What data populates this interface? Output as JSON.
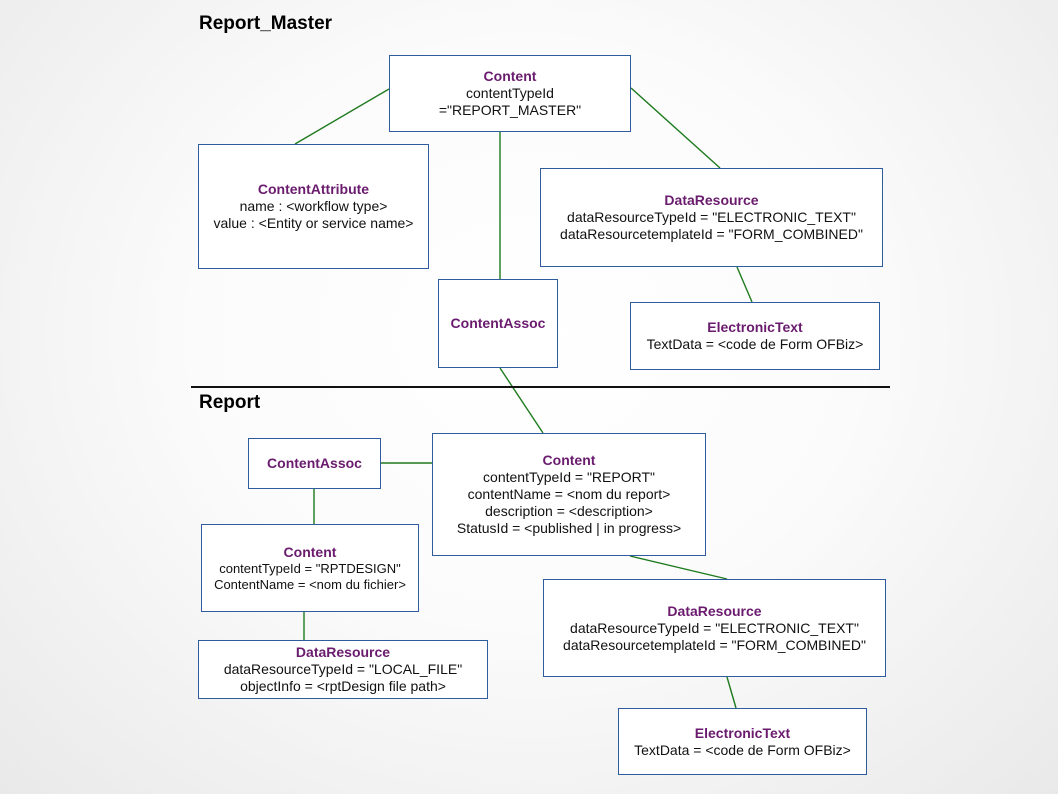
{
  "sections": {
    "top": "Report_Master",
    "bottom": "Report"
  },
  "nodes": {
    "rm_content": {
      "title": "Content",
      "lines": [
        "contentTypeId",
        "=\"REPORT_MASTER\""
      ]
    },
    "rm_attr": {
      "title": "ContentAttribute",
      "lines": [
        "name : <workflow type>",
        "value : <Entity or service name>"
      ]
    },
    "rm_dataresource": {
      "title": "DataResource",
      "lines": [
        "dataResourceTypeId = \"ELECTRONIC_TEXT\"",
        "dataResourcetemplateId = \"FORM_COMBINED\""
      ]
    },
    "rm_assoc": {
      "title": "ContentAssoc"
    },
    "rm_text": {
      "title": "ElectronicText",
      "lines": [
        "TextData = <code de Form OFBiz>"
      ]
    },
    "r_assoc": {
      "title": "ContentAssoc"
    },
    "r_content": {
      "title": "Content",
      "lines": [
        "contentTypeId = \"REPORT\"",
        "contentName = <nom du report>",
        "description = <description>",
        "StatusId = <published | in progress>"
      ]
    },
    "r_design": {
      "title": "Content",
      "lines": [
        "contentTypeId = \"RPTDESIGN\"",
        "ContentName = <nom du fichier>"
      ]
    },
    "r_file": {
      "title": "DataResource",
      "lines": [
        "dataResourceTypeId = \"LOCAL_FILE\"",
        "objectInfo = <rptDesign file path>"
      ]
    },
    "r_dataresource": {
      "title": "DataResource",
      "lines": [
        "dataResourceTypeId = \"ELECTRONIC_TEXT\"",
        "dataResourcetemplateId = \"FORM_COMBINED\""
      ]
    },
    "r_text": {
      "title": "ElectronicText",
      "lines": [
        "TextData = <code de Form OFBiz>"
      ]
    }
  },
  "colors": {
    "connector": "#1e7a1e",
    "box_border": "#2e5c9e",
    "title_text": "#6a1b6e"
  }
}
